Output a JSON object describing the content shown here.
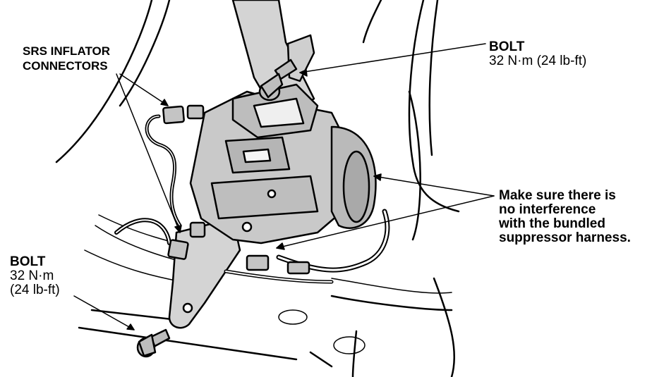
{
  "labels": {
    "srs_connectors": [
      "SRS INFLATOR",
      "CONNECTORS"
    ],
    "bolt_top": {
      "title": "BOLT",
      "torque": "32 N·m (24 lb-ft)"
    },
    "bolt_bottom": {
      "title": "BOLT",
      "torque_lines": [
        "32 N·m",
        "(24 lb-ft)"
      ]
    },
    "harness_note": [
      "Make sure there is",
      "no interference",
      "with the bundled",
      "suppressor harness."
    ]
  }
}
